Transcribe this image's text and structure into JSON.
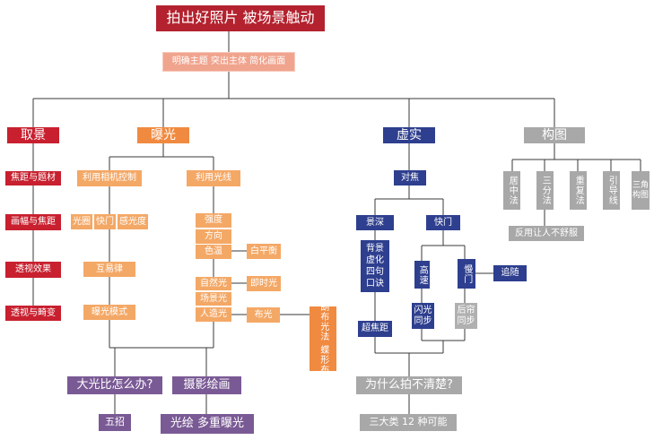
{
  "title": "拍出好照片  被场景触动",
  "subtitle": "明确主题  突出主体  简化画面",
  "branch_take": {
    "label": "取景",
    "items": [
      "焦距与题材",
      "画幅与焦距",
      "透视效果",
      "透视与畸变"
    ]
  },
  "branch_expose": {
    "label": "曝光",
    "camera": "利用相机控制",
    "camera_items": [
      "光圈",
      "快门",
      "感光度"
    ],
    "reciprocity": "互易律",
    "mode": "曝光模式",
    "light": "利用光线",
    "light_items": [
      "强度",
      "方向",
      "色温",
      "自然光",
      "场景光",
      "人造光"
    ],
    "white_balance": "白平衡",
    "metering": "即时光",
    "layout": "布光",
    "methods": "伦勃朗布光法 蝶形布光法"
  },
  "branch_real": {
    "label": "虚实",
    "focus": "对焦",
    "dof": "景深",
    "shutter": "快门",
    "bokeh": "背景虚化四句口诀",
    "hyperfocal": "超焦距",
    "high_speed": "高速",
    "slow": "慢门",
    "follow": "追随",
    "flash_sync": "闪光同步",
    "rear_sync": "后帘同步"
  },
  "branch_comp": {
    "label": "构图",
    "items": [
      "居中法",
      "三分法",
      "重复法",
      "引导线",
      "三角构图"
    ],
    "note": "反用让人不舒服"
  },
  "bottom": {
    "contrast_q": "大光比怎么办?",
    "five_moves": "五招",
    "photo_paint": "摄影绘画",
    "paint_items": "光绘  多重曝光",
    "blur_q": "为什么拍不清楚?",
    "blur_a": "三大类 12 种可能"
  },
  "colors": {
    "title": "#b3222e",
    "take": "#c8202f",
    "expose": "#f08a40",
    "real": "#2e3f8f",
    "comp": "#a8a8a8",
    "question": "#7a5a95"
  }
}
